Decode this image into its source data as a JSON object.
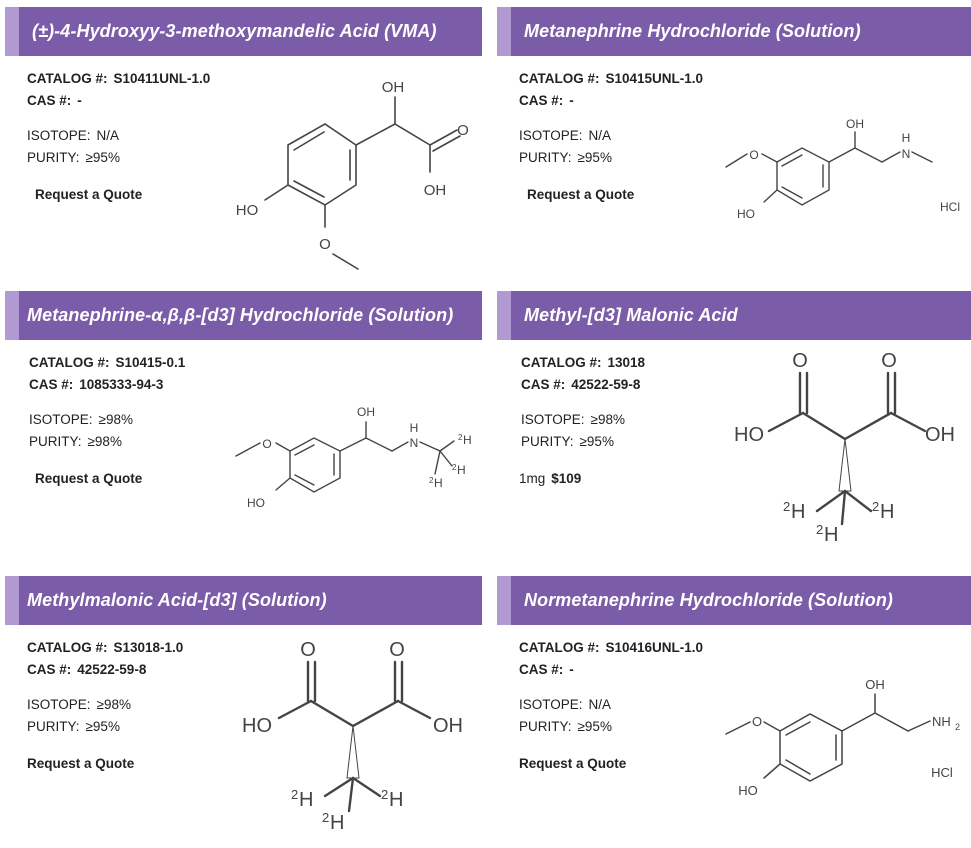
{
  "labels": {
    "catalog": "CATALOG #:",
    "cas": "CAS #:",
    "isotope": "ISOTOPE:",
    "purity": "PURITY:"
  },
  "theme": {
    "header_bg": "#7b5ca8",
    "header_accent": "#b09ad1"
  },
  "products": [
    {
      "title": "(±)-4-Hydroxyy-3-methoxymandelic Acid (VMA)",
      "catalog": "S10411UNL-1.0",
      "cas": "-",
      "isotope": "N/A",
      "purity": "≥95%",
      "action": "Request a Quote",
      "structure": {
        "OH": "OH",
        "O": "O",
        "OH2": "OH",
        "HO": "HO",
        "O3": "O"
      }
    },
    {
      "title": "Metanephrine Hydrochloride (Solution)",
      "catalog": "S10415UNL-1.0",
      "cas": "-",
      "isotope": "N/A",
      "purity": "≥95%",
      "action": "Request a Quote",
      "structure": {
        "OH": "OH",
        "NH": "H",
        "N": "N",
        "O": "O",
        "HO": "HO",
        "HCl": "HCl"
      }
    },
    {
      "title": "Metanephrine-α,β,β-[d3] Hydrochloride (Solution)",
      "catalog": "S10415-0.1",
      "cas": "1085333-94-3",
      "isotope": "≥98%",
      "purity": "≥98%",
      "action": "Request a Quote",
      "structure": {
        "OH": "OH",
        "NH": "H",
        "N": "N",
        "O": "O",
        "HO": "HO",
        "d": "2",
        "H": "H"
      }
    },
    {
      "title": "Methyl-[d3] Malonic Acid",
      "catalog": "13018",
      "cas": "42522-59-8",
      "isotope": "≥98%",
      "purity": "≥95%",
      "size": "1mg",
      "price": "$109",
      "structure": {
        "O": "O",
        "HO": "HO",
        "OH": "OH",
        "d": "2",
        "H": "H"
      }
    },
    {
      "title": "Methylmalonic Acid-[d3] (Solution)",
      "catalog": "S13018-1.0",
      "cas": "42522-59-8",
      "isotope": "≥98%",
      "purity": "≥95%",
      "action": "Request a Quote",
      "structure": {
        "O": "O",
        "HO": "HO",
        "OH": "OH",
        "d": "2",
        "H": "H"
      }
    },
    {
      "title": "Normetanephrine Hydrochloride (Solution)",
      "catalog": "S10416UNL-1.0",
      "cas": "-",
      "isotope": "N/A",
      "purity": "≥95%",
      "action": "Request a Quote",
      "structure": {
        "OH": "OH",
        "NH2": "NH",
        "sub2": "2",
        "O": "O",
        "HO": "HO",
        "HCl": "HCl"
      }
    }
  ]
}
